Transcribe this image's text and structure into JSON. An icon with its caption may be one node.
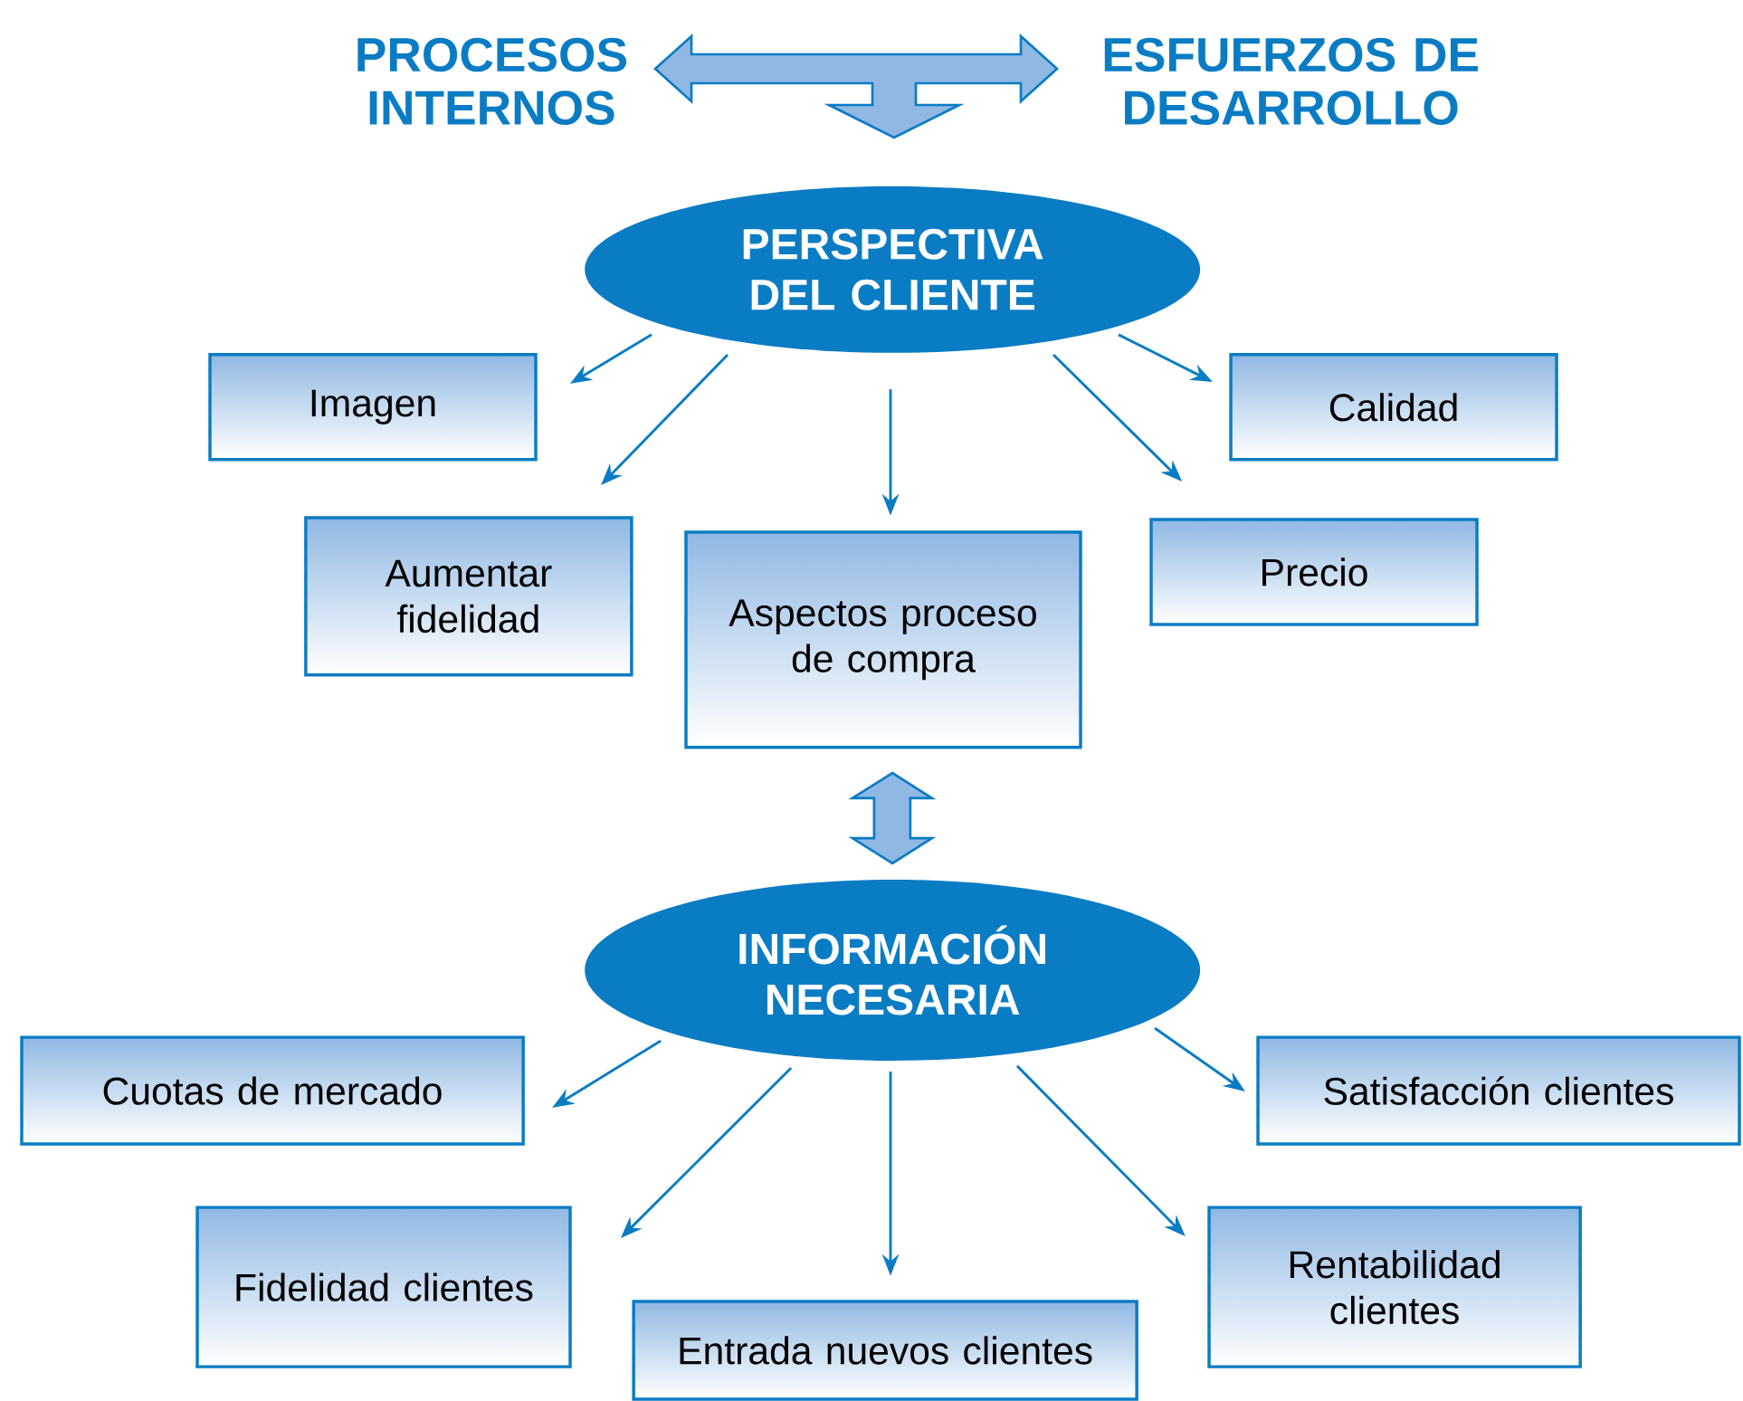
{
  "diagram": {
    "nodes": [
      {
        "text": [
          "PROCESOS INTERNOS"
        ]
      },
      {
        "text": [
          "ESFUERZOS DE DESARROLLO"
        ]
      },
      {
        "text": [
          "PERSPECTIVA DEL CLIENTE"
        ]
      },
      {
        "text": [
          "Imagen"
        ]
      },
      {
        "text": [
          "Calidad"
        ]
      },
      {
        "text": [
          "Aumentar fidelidad"
        ]
      },
      {
        "text": [
          "Aspectos proceso de compra"
        ]
      },
      {
        "text": [
          "Precio"
        ]
      },
      {
        "text": [
          "INFORMACIÓN NECESARIA"
        ]
      },
      {
        "text": [
          "Cuotas de mercado"
        ]
      },
      {
        "text": [
          "Satisfacción clientes"
        ]
      },
      {
        "text": [
          "Fidelidad clientes"
        ]
      },
      {
        "text": [
          "Rentabilidad clientes"
        ]
      },
      {
        "text": [
          "Entrada nuevos clientes"
        ]
      }
    ],
    "edges": [
      {
        "from": 0,
        "to": 1,
        "arrow": "both",
        "style": "thick"
      },
      {
        "from": null,
        "to": 2,
        "arrow": "to",
        "style": "thick"
      },
      {
        "from": 2,
        "to": 3,
        "arrow": "to"
      },
      {
        "from": 2,
        "to": 5,
        "arrow": "to"
      },
      {
        "from": 2,
        "to": 6,
        "arrow": "to"
      },
      {
        "from": 2,
        "to": 7,
        "arrow": "to"
      },
      {
        "from": 2,
        "to": 4,
        "arrow": "to"
      },
      {
        "from": 6,
        "to": 8,
        "arrow": "both",
        "style": "thick"
      },
      {
        "from": 8,
        "to": 9,
        "arrow": "to"
      },
      {
        "from": 8,
        "to": 11,
        "arrow": "to"
      },
      {
        "from": 8,
        "to": 13,
        "arrow": "to"
      },
      {
        "from": 8,
        "to": 12,
        "arrow": "to"
      },
      {
        "from": 8,
        "to": 10,
        "arrow": "to"
      }
    ]
  }
}
